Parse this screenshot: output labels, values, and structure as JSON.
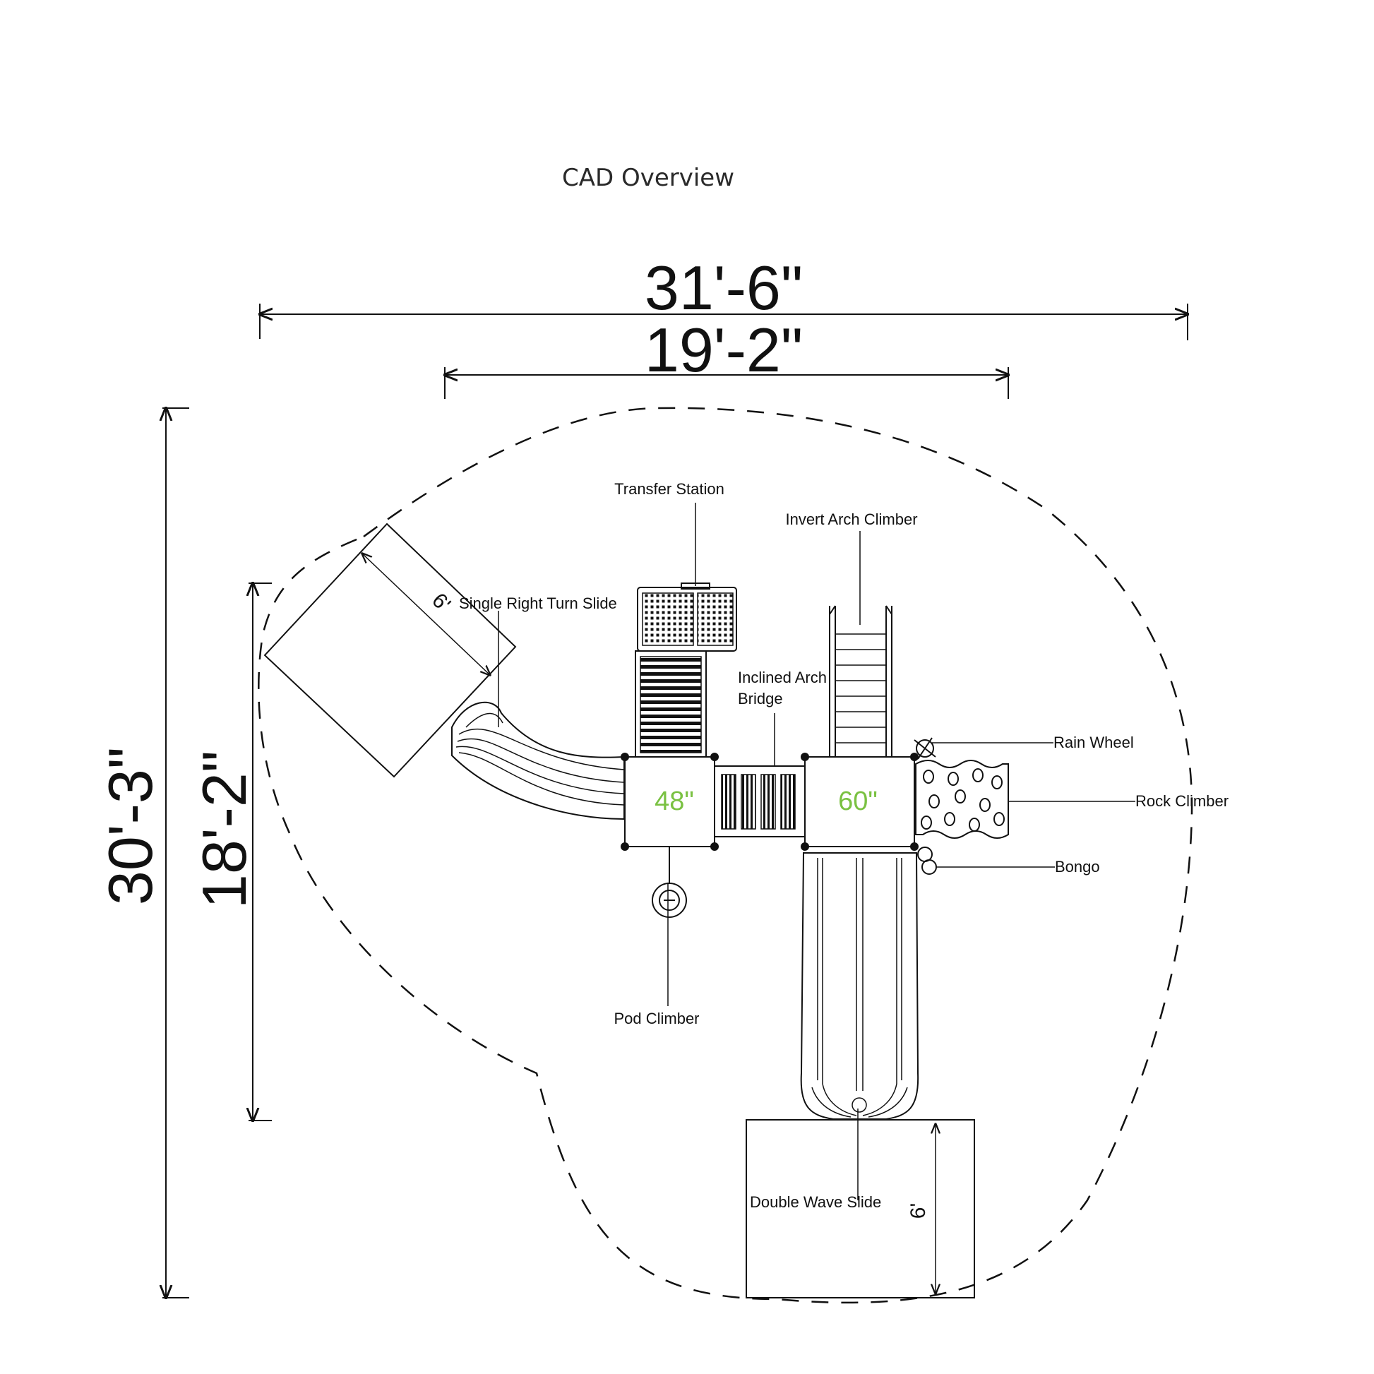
{
  "title": "CAD Overview",
  "dimensions": {
    "overall_width": "31'-6\"",
    "structure_width": "19'-2\"",
    "overall_depth": "30'-3\"",
    "structure_depth": "18'-2\"",
    "single_slide_zone": "6'",
    "double_slide_zone": "6'"
  },
  "decks": {
    "deck_left": "48\"",
    "deck_right": "60\""
  },
  "labels": {
    "transfer_station": "Transfer Station",
    "invert_arch_climber": "Invert Arch Climber",
    "single_right_turn_slide": "Single Right Turn Slide",
    "inclined_arch_bridge_line1": "Inclined Arch",
    "inclined_arch_bridge_line2": "Bridge",
    "rain_wheel": "Rain Wheel",
    "rock_climber": "Rock Climber",
    "bongo": "Bongo",
    "pod_climber": "Pod Climber",
    "double_wave_slide": "Double Wave Slide"
  }
}
